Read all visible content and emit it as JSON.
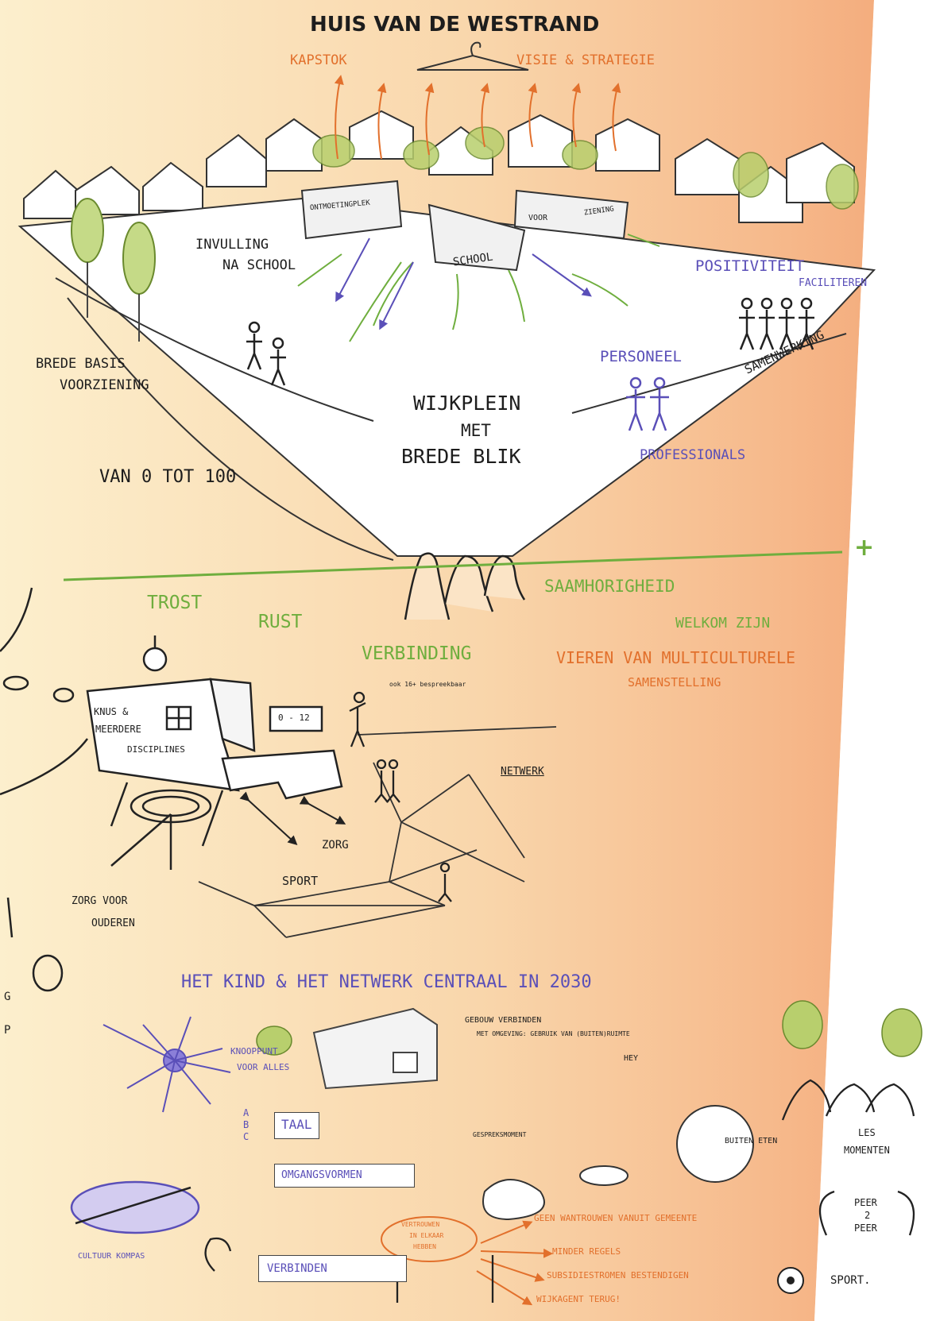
{
  "title": "HUIS VAN DE WESTRAND",
  "top": {
    "kapstok": "KAPSTOK",
    "visie": "VISIE & STRATEGIE"
  },
  "buildings": {
    "ontmoeting": "ONTMOETINGPLEK",
    "school": "SCHOOL",
    "voor": "VOOR",
    "ziening": "ZIENING"
  },
  "plaza": {
    "invulling": "INVULLING",
    "na_school": "NA SCHOOL",
    "positiviteit": "POSITIVITEIT",
    "faciliteren": "FACILITEREN",
    "brede_basis": "BREDE BASIS",
    "voorziening": "VOORZIENING",
    "personeel": "PERSONEEL",
    "samenwerking": "SAMENWERKING",
    "wijkplein1": "WIJKPLEIN",
    "wijkplein2": "MET",
    "wijkplein3": "BREDE BLIK",
    "professionals": "PROFESSIONALS",
    "van_0_tot_100": "VAN 0 TOT 100"
  },
  "values": {
    "plus": "+",
    "saamhorigheid": "SAAMHORIGHEID",
    "trost": "TROST",
    "rust": "RUST",
    "welkom": "WELKOM ZIJN",
    "verbinding": "VERBINDING",
    "verbinding_sub": "ook 16+ bespreekbaar",
    "vieren1": "VIEREN VAN MULTICULTURELE",
    "vieren2": "SAMENSTELLING"
  },
  "network": {
    "knus1": "KNUS &",
    "knus2": "MEERDERE",
    "knus3": "DISCIPLINES",
    "age": "0 - 12",
    "netwerk": "NETWERK",
    "zorg": "ZORG",
    "sport": "SPORT",
    "zorg_ouderen1": "ZORG VOOR",
    "zorg_ouderen2": "OUDEREN",
    "left_g": "G",
    "left_p": "P"
  },
  "centraal": "HET KIND & HET NETWERK CENTRAAL IN 2030",
  "bottom": {
    "knooppunt1": "KNOOPPUNT",
    "knooppunt2": "VOOR ALLES",
    "gebouw": "GEBOUW VERBINDEN",
    "omgeving": "MET OMGEVING: GEBRUIK VAN (BUITEN)RUIMTE",
    "hey": "HEY",
    "taal": "TAAL",
    "abc_a": "A",
    "abc_b": "B",
    "abc_c": "C",
    "omgangsvormen": "OMGANGSVORMEN",
    "gesprek": "GESPREKSMOMENT",
    "buiten_eten": "BUITEN ETEN",
    "les1": "LES",
    "les2": "MOMENTEN",
    "cultuur": "CULTUUR KOMPAS",
    "geen_wantrouwen": "GEEN WANTROUWEN VANUIT GEMEENTE",
    "minder_regels": "MINDER REGELS",
    "subsidie": "SUBSIDIESTROMEN BESTENDIGEN",
    "wijkagent": "WIJKAGENT TERUG!",
    "peer1": "PEER",
    "peer2": "2",
    "peer3": "PEER",
    "verbinden": "VERBINDEN",
    "sport": "SPORT.",
    "vertrouwen1": "VERTROUWEN",
    "vertrouwen2": "IN ELKAAR",
    "vertrouwen3": "HEBBEN"
  },
  "colors": {
    "orange_accent": "#e2702c",
    "green_accent": "#6fae3e",
    "purple_accent": "#5a4fb8",
    "ink": "#1d1d1d"
  }
}
